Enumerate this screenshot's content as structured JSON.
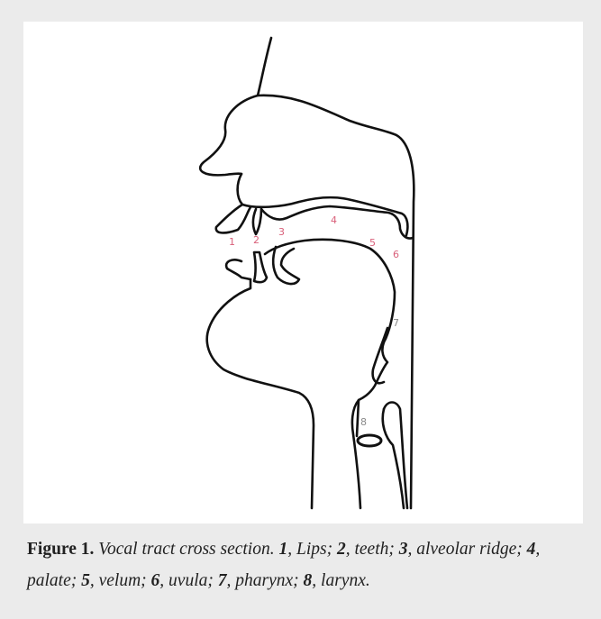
{
  "colors": {
    "background": "#ebebeb",
    "panel": "#ffffff",
    "outline": "#111111",
    "label_red": "#d9607a",
    "label_gray": "#8a8a8a"
  },
  "labels": {
    "l1": "1",
    "l2": "2",
    "l3": "3",
    "l4": "4",
    "l5": "5",
    "l6": "6",
    "l7": "7",
    "l8": "8"
  },
  "caption": {
    "figure_label": "Figure 1.",
    "intro": " Vocal tract cross section. ",
    "items": [
      {
        "num": "1",
        "text": ", Lips; "
      },
      {
        "num": "2",
        "text": ", teeth; "
      },
      {
        "num": "3",
        "text": ", alveolar ridge; "
      },
      {
        "num": "4",
        "text": ", palate; "
      },
      {
        "num": "5",
        "text": ", velum; "
      },
      {
        "num": "6",
        "text": ", uvula; "
      },
      {
        "num": "7",
        "text": ", pharynx; "
      },
      {
        "num": "8",
        "text": ", larynx."
      }
    ]
  }
}
